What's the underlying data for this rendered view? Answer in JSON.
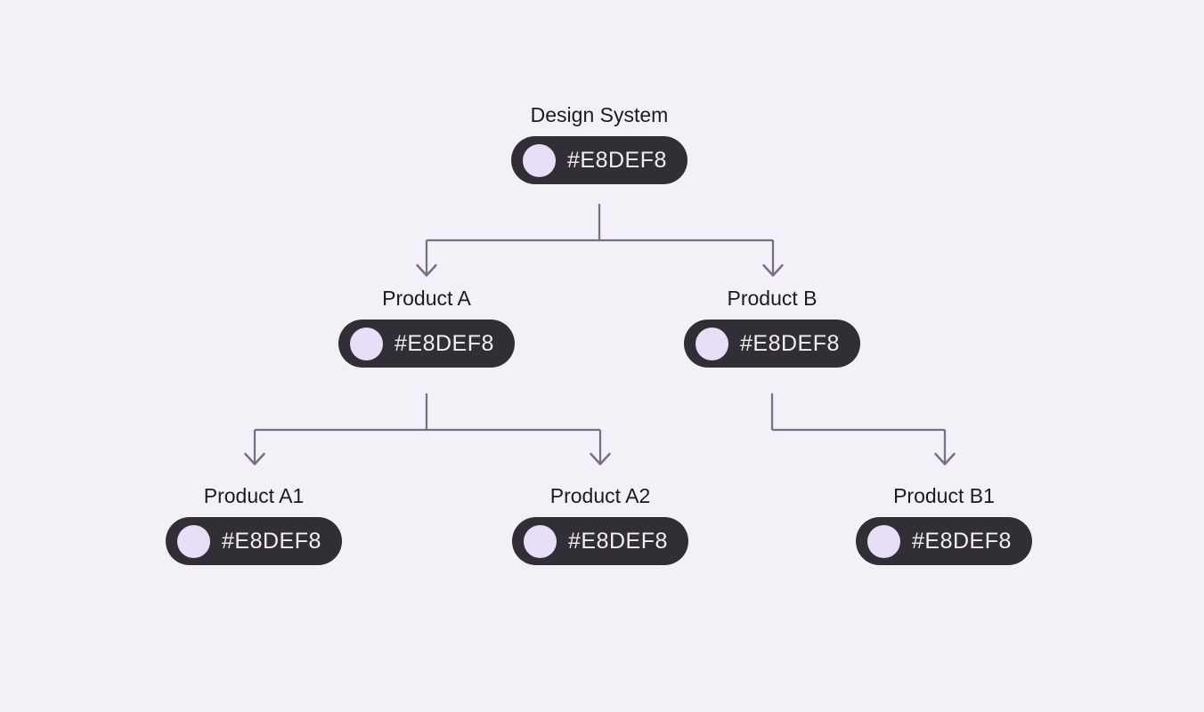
{
  "palette": {
    "background": "#F4F0F7",
    "pill_bg": "#312F35",
    "pill_text": "#F4EFF6",
    "swatch": "#E8DEF8",
    "label_text": "#1C1B1F",
    "connector": "#76717A"
  },
  "nodes": [
    {
      "label": "Design System",
      "token": "#E8DEF8",
      "swatch_color": "#E8DEF8"
    },
    {
      "label": "Product A",
      "token": "#E8DEF8",
      "swatch_color": "#E8DEF8"
    },
    {
      "label": "Product B",
      "token": "#E8DEF8",
      "swatch_color": "#E8DEF8"
    },
    {
      "label": "Product A1",
      "token": "#E8DEF8",
      "swatch_color": "#E8DEF8"
    },
    {
      "label": "Product A2",
      "token": "#E8DEF8",
      "swatch_color": "#E8DEF8"
    },
    {
      "label": "Product B1",
      "token": "#E8DEF8",
      "swatch_color": "#E8DEF8"
    }
  ],
  "hierarchy": {
    "label": "Design System",
    "children": [
      {
        "label": "Product A",
        "children": [
          {
            "label": "Product A1"
          },
          {
            "label": "Product A2"
          }
        ]
      },
      {
        "label": "Product B",
        "children": [
          {
            "label": "Product B1"
          }
        ]
      }
    ]
  }
}
